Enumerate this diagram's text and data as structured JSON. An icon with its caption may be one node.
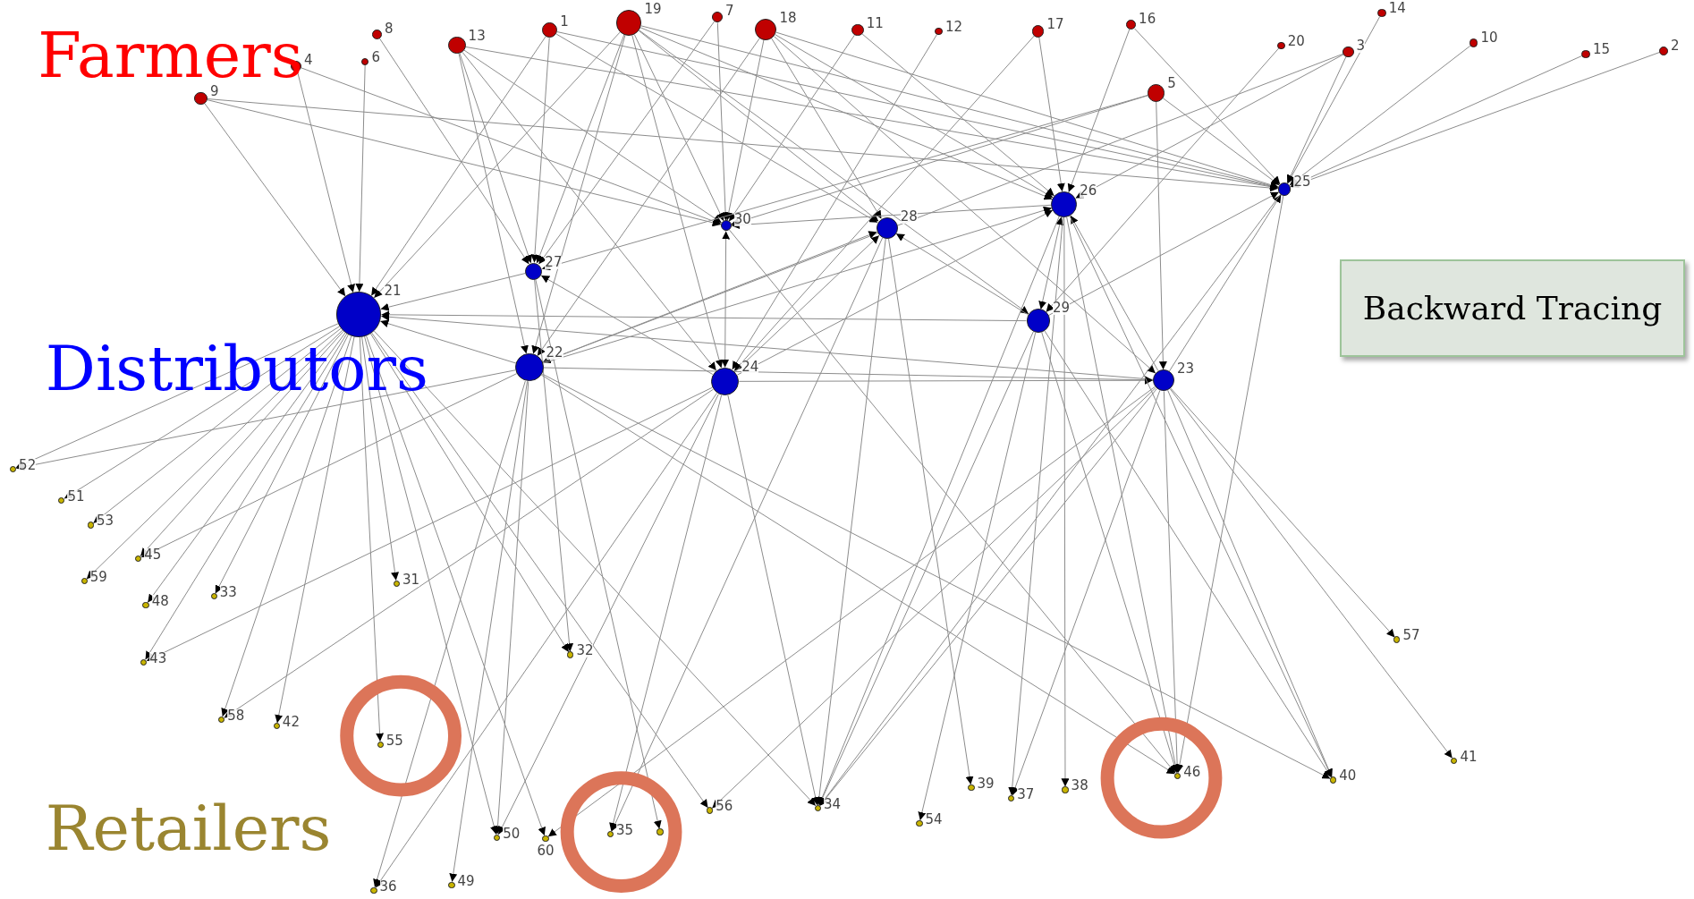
{
  "diagram": {
    "nodes": [
      {
        "text": [],
        "shape": "circle",
        "beside": [
          "1"
        ]
      },
      {
        "text": [],
        "shape": "circle",
        "beside": [
          "2"
        ]
      },
      {
        "text": [],
        "shape": "circle",
        "beside": [
          "3"
        ]
      },
      {
        "text": [],
        "shape": "circle",
        "beside": [
          "4"
        ]
      },
      {
        "text": [],
        "shape": "circle",
        "beside": [
          "5"
        ]
      },
      {
        "text": [],
        "shape": "circle",
        "beside": [
          "6"
        ]
      },
      {
        "text": [],
        "shape": "circle",
        "beside": [
          "7"
        ]
      },
      {
        "text": [],
        "shape": "circle",
        "beside": [
          "8"
        ]
      },
      {
        "text": [],
        "shape": "circle",
        "beside": [
          "9"
        ]
      },
      {
        "text": [],
        "shape": "circle",
        "beside": [
          "10"
        ]
      },
      {
        "text": [],
        "shape": "circle",
        "beside": [
          "11"
        ]
      },
      {
        "text": [],
        "shape": "circle",
        "beside": [
          "12"
        ]
      },
      {
        "text": [],
        "shape": "circle",
        "beside": [
          "13"
        ]
      },
      {
        "text": [],
        "shape": "circle",
        "beside": [
          "14"
        ]
      },
      {
        "text": [],
        "shape": "circle",
        "beside": [
          "15"
        ]
      },
      {
        "text": [],
        "shape": "circle",
        "beside": [
          "16"
        ]
      },
      {
        "text": [],
        "shape": "circle",
        "beside": [
          "17"
        ]
      },
      {
        "text": [],
        "shape": "circle",
        "beside": [
          "18"
        ]
      },
      {
        "text": [],
        "shape": "circle",
        "beside": [
          "19"
        ]
      },
      {
        "text": [],
        "shape": "circle",
        "beside": [
          "20"
        ]
      },
      {
        "text": [],
        "shape": "circle",
        "beside": [
          "21"
        ]
      },
      {
        "text": [],
        "shape": "circle",
        "beside": [
          "22"
        ]
      },
      {
        "text": [],
        "shape": "circle",
        "beside": [
          "23"
        ]
      },
      {
        "text": [],
        "shape": "circle",
        "beside": [
          "24"
        ]
      },
      {
        "text": [],
        "shape": "circle",
        "beside": [
          "25"
        ]
      },
      {
        "text": [],
        "shape": "circle",
        "beside": [
          "26"
        ]
      },
      {
        "text": [],
        "shape": "circle",
        "beside": [
          "27"
        ]
      },
      {
        "text": [],
        "shape": "circle",
        "beside": [
          "28"
        ]
      },
      {
        "text": [],
        "shape": "circle",
        "beside": [
          "29"
        ]
      },
      {
        "text": [],
        "shape": "circle",
        "beside": [
          "30"
        ]
      },
      {
        "text": [],
        "shape": "circle",
        "beside": [
          "31"
        ]
      },
      {
        "text": [],
        "shape": "circle",
        "beside": [
          "32"
        ]
      },
      {
        "text": [],
        "shape": "circle",
        "beside": [
          "33"
        ]
      },
      {
        "text": [],
        "shape": "circle",
        "beside": [
          "34"
        ]
      },
      {
        "text": [],
        "shape": "circle",
        "beside": [
          "35"
        ]
      },
      {
        "text": [],
        "shape": "circle",
        "beside": [
          "36"
        ]
      },
      {
        "text": [],
        "shape": "circle",
        "beside": [
          "37"
        ]
      },
      {
        "text": [],
        "shape": "circle",
        "beside": [
          "38"
        ]
      },
      {
        "text": [],
        "shape": "circle",
        "beside": [
          "39"
        ]
      },
      {
        "text": [],
        "shape": "circle",
        "beside": [
          "40"
        ]
      },
      {
        "text": [],
        "shape": "circle",
        "beside": [
          "41"
        ]
      },
      {
        "text": [],
        "shape": "circle",
        "beside": [
          "42"
        ]
      },
      {
        "text": [],
        "shape": "circle",
        "beside": [
          "43"
        ]
      },
      {
        "text": [],
        "shape": "circle",
        "beside": [
          "45"
        ]
      },
      {
        "text": [],
        "shape": "circle",
        "beside": [
          "46"
        ]
      },
      {
        "text": [],
        "shape": "circle",
        "beside": [
          "48"
        ]
      },
      {
        "text": [],
        "shape": "circle",
        "beside": [
          "49"
        ]
      },
      {
        "text": [],
        "shape": "circle",
        "beside": [
          "50"
        ]
      },
      {
        "text": [],
        "shape": "circle",
        "beside": [
          "51"
        ]
      },
      {
        "text": [],
        "shape": "circle",
        "beside": [
          "52"
        ]
      },
      {
        "text": [],
        "shape": "circle",
        "beside": [
          "53"
        ]
      },
      {
        "text": [],
        "shape": "circle",
        "beside": [
          "54"
        ]
      },
      {
        "text": [],
        "shape": "circle",
        "beside": [
          "55"
        ]
      },
      {
        "text": [],
        "shape": "circle",
        "beside": [
          "56"
        ]
      },
      {
        "text": [],
        "shape": "circle",
        "beside": [
          "57"
        ]
      },
      {
        "text": [],
        "shape": "circle",
        "beside": [
          "58"
        ]
      },
      {
        "text": [],
        "shape": "circle",
        "beside": [
          "59"
        ]
      },
      {
        "text": [],
        "shape": "circle",
        "beside": [
          "60"
        ]
      },
      {
        "text": [],
        "shape": "circle"
      },
      {
        "text": [
          "Backward Tracing"
        ]
      }
    ],
    "edges": [
      {
        "from": 8,
        "to": 20,
        "arrow": "to"
      },
      {
        "from": 8,
        "to": 29,
        "arrow": "to"
      },
      {
        "from": 8,
        "to": 24,
        "arrow": "to"
      },
      {
        "from": 3,
        "to": 20,
        "arrow": "to"
      },
      {
        "from": 3,
        "to": 29,
        "arrow": "to"
      },
      {
        "from": 5,
        "to": 20,
        "arrow": "to"
      },
      {
        "from": 7,
        "to": 26,
        "arrow": "to"
      },
      {
        "from": 12,
        "to": 26,
        "arrow": "to"
      },
      {
        "from": 12,
        "to": 21,
        "arrow": "to"
      },
      {
        "from": 12,
        "to": 24,
        "arrow": "to"
      },
      {
        "from": 12,
        "to": 29,
        "arrow": "to"
      },
      {
        "from": 12,
        "to": 23,
        "arrow": "to"
      },
      {
        "from": 0,
        "to": 20,
        "arrow": "to"
      },
      {
        "from": 0,
        "to": 26,
        "arrow": "to"
      },
      {
        "from": 0,
        "to": 27,
        "arrow": "to"
      },
      {
        "from": 0,
        "to": 24,
        "arrow": "to"
      },
      {
        "from": 18,
        "to": 20,
        "arrow": "to"
      },
      {
        "from": 18,
        "to": 26,
        "arrow": "to"
      },
      {
        "from": 18,
        "to": 21,
        "arrow": "to"
      },
      {
        "from": 18,
        "to": 29,
        "arrow": "to"
      },
      {
        "from": 18,
        "to": 23,
        "arrow": "to"
      },
      {
        "from": 18,
        "to": 27,
        "arrow": "to"
      },
      {
        "from": 18,
        "to": 28,
        "arrow": "to"
      },
      {
        "from": 18,
        "to": 25,
        "arrow": "to"
      },
      {
        "from": 18,
        "to": 24,
        "arrow": "to"
      },
      {
        "from": 6,
        "to": 29,
        "arrow": "to"
      },
      {
        "from": 6,
        "to": 26,
        "arrow": "to"
      },
      {
        "from": 17,
        "to": 21,
        "arrow": "to"
      },
      {
        "from": 17,
        "to": 29,
        "arrow": "to"
      },
      {
        "from": 17,
        "to": 27,
        "arrow": "to"
      },
      {
        "from": 17,
        "to": 25,
        "arrow": "to"
      },
      {
        "from": 17,
        "to": 24,
        "arrow": "to"
      },
      {
        "from": 17,
        "to": 22,
        "arrow": "to"
      },
      {
        "from": 10,
        "to": 29,
        "arrow": "to"
      },
      {
        "from": 10,
        "to": 25,
        "arrow": "to"
      },
      {
        "from": 11,
        "to": 23,
        "arrow": "to"
      },
      {
        "from": 16,
        "to": 25,
        "arrow": "to"
      },
      {
        "from": 16,
        "to": 23,
        "arrow": "to"
      },
      {
        "from": 15,
        "to": 25,
        "arrow": "to"
      },
      {
        "from": 15,
        "to": 24,
        "arrow": "to"
      },
      {
        "from": 4,
        "to": 29,
        "arrow": "to"
      },
      {
        "from": 4,
        "to": 26,
        "arrow": "to"
      },
      {
        "from": 4,
        "to": 22,
        "arrow": "to"
      },
      {
        "from": 4,
        "to": 24,
        "arrow": "to"
      },
      {
        "from": 19,
        "to": 28,
        "arrow": "to"
      },
      {
        "from": 2,
        "to": 25,
        "arrow": "to"
      },
      {
        "from": 2,
        "to": 24,
        "arrow": "to"
      },
      {
        "from": 2,
        "to": 21,
        "arrow": "to"
      },
      {
        "from": 13,
        "to": 24,
        "arrow": "to"
      },
      {
        "from": 9,
        "to": 24,
        "arrow": "to"
      },
      {
        "from": 14,
        "to": 24,
        "arrow": "to"
      },
      {
        "from": 1,
        "to": 24,
        "arrow": "to"
      },
      {
        "from": 26,
        "to": 20,
        "arrow": "to"
      },
      {
        "from": 28,
        "to": 20,
        "arrow": "to"
      },
      {
        "from": 22,
        "to": 20,
        "arrow": "to"
      },
      {
        "from": 21,
        "to": 20,
        "arrow": "to"
      },
      {
        "from": 29,
        "to": 23,
        "arrow": "both"
      },
      {
        "from": 23,
        "to": 26,
        "arrow": "to"
      },
      {
        "from": 25,
        "to": 29,
        "arrow": "to"
      },
      {
        "from": 28,
        "to": 27,
        "arrow": "to"
      },
      {
        "from": 25,
        "to": 28,
        "arrow": "both"
      },
      {
        "from": 23,
        "to": 27,
        "arrow": "to"
      },
      {
        "from": 23,
        "to": 25,
        "arrow": "to"
      },
      {
        "from": 21,
        "to": 25,
        "arrow": "to"
      },
      {
        "from": 21,
        "to": 27,
        "arrow": "to"
      },
      {
        "from": 23,
        "to": 22,
        "arrow": "to"
      },
      {
        "from": 21,
        "to": 22,
        "arrow": "to"
      },
      {
        "from": 28,
        "to": 24,
        "arrow": "to"
      },
      {
        "from": 22,
        "to": 24,
        "arrow": "to"
      },
      {
        "from": 22,
        "to": 25,
        "arrow": "to"
      },
      {
        "from": 20,
        "to": 49,
        "arrow": "to"
      },
      {
        "from": 20,
        "to": 48,
        "arrow": "to"
      },
      {
        "from": 20,
        "to": 50,
        "arrow": "to"
      },
      {
        "from": 20,
        "to": 43,
        "arrow": "to"
      },
      {
        "from": 20,
        "to": 56,
        "arrow": "to"
      },
      {
        "from": 20,
        "to": 45,
        "arrow": "to"
      },
      {
        "from": 20,
        "to": 32,
        "arrow": "to"
      },
      {
        "from": 20,
        "to": 42,
        "arrow": "to"
      },
      {
        "from": 20,
        "to": 55,
        "arrow": "to"
      },
      {
        "from": 20,
        "to": 41,
        "arrow": "to"
      },
      {
        "from": 20,
        "to": 52,
        "arrow": "to"
      },
      {
        "from": 20,
        "to": 30,
        "arrow": "to"
      },
      {
        "from": 20,
        "to": 47,
        "arrow": "to"
      },
      {
        "from": 20,
        "to": 57,
        "arrow": "to"
      },
      {
        "from": 20,
        "to": 31,
        "arrow": "to"
      },
      {
        "from": 20,
        "to": 53,
        "arrow": "to"
      },
      {
        "from": 20,
        "to": 33,
        "arrow": "to"
      },
      {
        "from": 21,
        "to": 49,
        "arrow": "to"
      },
      {
        "from": 21,
        "to": 43,
        "arrow": "to"
      },
      {
        "from": 21,
        "to": 47,
        "arrow": "to"
      },
      {
        "from": 21,
        "to": 35,
        "arrow": "to"
      },
      {
        "from": 21,
        "to": 46,
        "arrow": "to"
      },
      {
        "from": 21,
        "to": 39,
        "arrow": "to"
      },
      {
        "from": 21,
        "to": 44,
        "arrow": "to"
      },
      {
        "from": 23,
        "to": 42,
        "arrow": "to"
      },
      {
        "from": 23,
        "to": 35,
        "arrow": "to"
      },
      {
        "from": 23,
        "to": 34,
        "arrow": "to"
      },
      {
        "from": 23,
        "to": 33,
        "arrow": "to"
      },
      {
        "from": 23,
        "to": 47,
        "arrow": "to"
      },
      {
        "from": 23,
        "to": 55,
        "arrow": "to"
      },
      {
        "from": 22,
        "to": 33,
        "arrow": "to"
      },
      {
        "from": 22,
        "to": 53,
        "arrow": "to"
      },
      {
        "from": 22,
        "to": 44,
        "arrow": "to"
      },
      {
        "from": 22,
        "to": 39,
        "arrow": "to"
      },
      {
        "from": 22,
        "to": 40,
        "arrow": "to"
      },
      {
        "from": 22,
        "to": 54,
        "arrow": "to"
      },
      {
        "from": 22,
        "to": 36,
        "arrow": "to"
      },
      {
        "from": 22,
        "to": 57,
        "arrow": "to"
      },
      {
        "from": 25,
        "to": 33,
        "arrow": "to"
      },
      {
        "from": 25,
        "to": 37,
        "arrow": "to"
      },
      {
        "from": 25,
        "to": 36,
        "arrow": "to"
      },
      {
        "from": 25,
        "to": 44,
        "arrow": "to"
      },
      {
        "from": 25,
        "to": 39,
        "arrow": "to"
      },
      {
        "from": 28,
        "to": 51,
        "arrow": "to"
      },
      {
        "from": 27,
        "to": 33,
        "arrow": "to"
      },
      {
        "from": 27,
        "to": 38,
        "arrow": "to"
      },
      {
        "from": 27,
        "to": 34,
        "arrow": "to"
      },
      {
        "from": 28,
        "to": 44,
        "arrow": "to"
      },
      {
        "from": 28,
        "to": 39,
        "arrow": "to"
      },
      {
        "from": 28,
        "to": 33,
        "arrow": "to"
      },
      {
        "from": 24,
        "to": 44,
        "arrow": "to"
      },
      {
        "from": 24,
        "to": 33,
        "arrow": "to"
      },
      {
        "from": 26,
        "to": 58,
        "arrow": "to"
      },
      {
        "from": 26,
        "to": 31,
        "arrow": "to"
      },
      {
        "from": 29,
        "to": 44,
        "arrow": "to"
      }
    ],
    "labels": [
      "Farmers",
      "Distributors",
      "Retailers"
    ]
  }
}
